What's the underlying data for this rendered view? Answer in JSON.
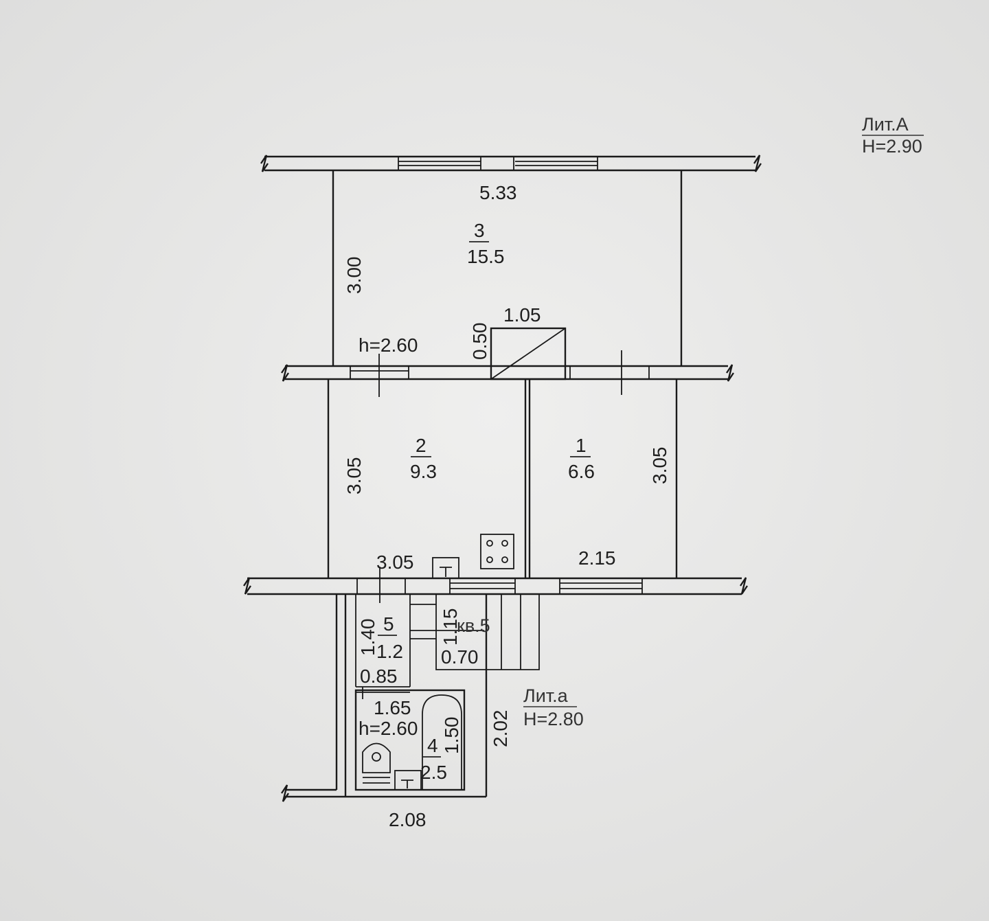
{
  "legend_main": {
    "liter": "Лит.А",
    "height": "H=2.90"
  },
  "legend_annex": {
    "liter": "Лит.а",
    "height": "H=2.80"
  },
  "apartment_label": "кв.5",
  "rooms": [
    {
      "number": "3",
      "area": "15.5",
      "width": "5.33",
      "depth": "3.00"
    },
    {
      "number": "2",
      "area": "9.3",
      "width": "3.05",
      "depth": "3.05"
    },
    {
      "number": "1",
      "area": "6.6",
      "width": "2.15",
      "depth": "3.05"
    },
    {
      "number": "5",
      "area": "1.2",
      "width": "0.85",
      "depth": "1.40"
    },
    {
      "number": "4",
      "area": "2.5",
      "width": "1.65",
      "depth": "1.50"
    }
  ],
  "dimensions": {
    "stove_width": "1.05",
    "stove_depth": "0.50",
    "ceiling_room2": "h=2.60",
    "ceiling_bath": "h=2.60",
    "stair_width": "0.70",
    "stair_depth": "1.15",
    "annex_depth": "2.02",
    "annex_width": "2.08"
  }
}
